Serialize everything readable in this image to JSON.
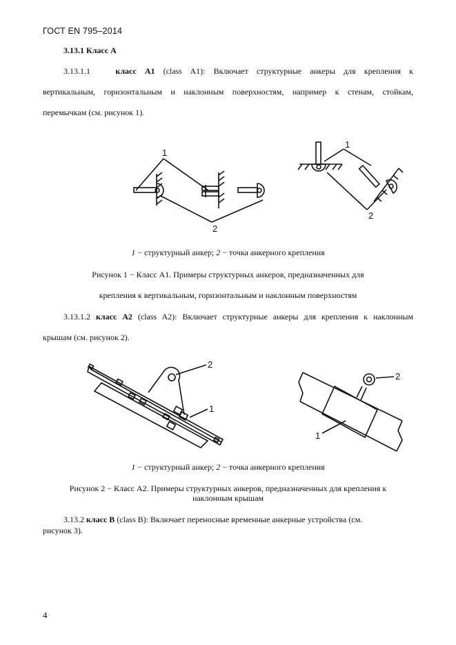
{
  "header": "ГОСТ EN 795–2014",
  "section_heading": "3.13.1 Класс А",
  "p1": {
    "number": "3.13.1.1",
    "class_label": "класс А1",
    "line1_rest": " (class A1): Включает структурные анкеры для крепления к",
    "line2": "вертикальным, горизонтальным и наклонным поверхностям, например к стенам, стойкам,",
    "line3": "перемычкам (см. рисунок 1)."
  },
  "figures": {
    "fig1_callout_1": "1",
    "fig1_callout_2": "2",
    "fig2_callout_1": "1",
    "fig2_callout_2": "2",
    "legend": {
      "n1": "1",
      "t1": " − структурный анкер; ",
      "n2": "2",
      "t2": " − точка анкерного крепления"
    },
    "fig1_caption_1": "Рисунок 1 − Класс А1. Примеры структурных анкеров, предназначенных для",
    "fig1_caption_2": "крепления к вертикальным, горизонтальным и наклонным поверхностям",
    "fig2_caption_1": "Рисунок 2 − Класс А2. Примеры структурных анкеров, предназначенных для крепления к",
    "fig2_caption_2": "наклонным крышам"
  },
  "p2": {
    "number": "3.13.1.2",
    "class_label": "класс А2",
    "line1_rest": "(class A2): Включает структурные анкеры для крепления к наклонным",
    "line2": "крышам (см. рисунок 2)."
  },
  "p3": {
    "number": "3.13.2",
    "class_label": "класс В",
    "line1_rest": "(class B): Включает переносные временные анкерные устройства (см.",
    "line2": "рисунок 3)."
  },
  "page_number": "4"
}
